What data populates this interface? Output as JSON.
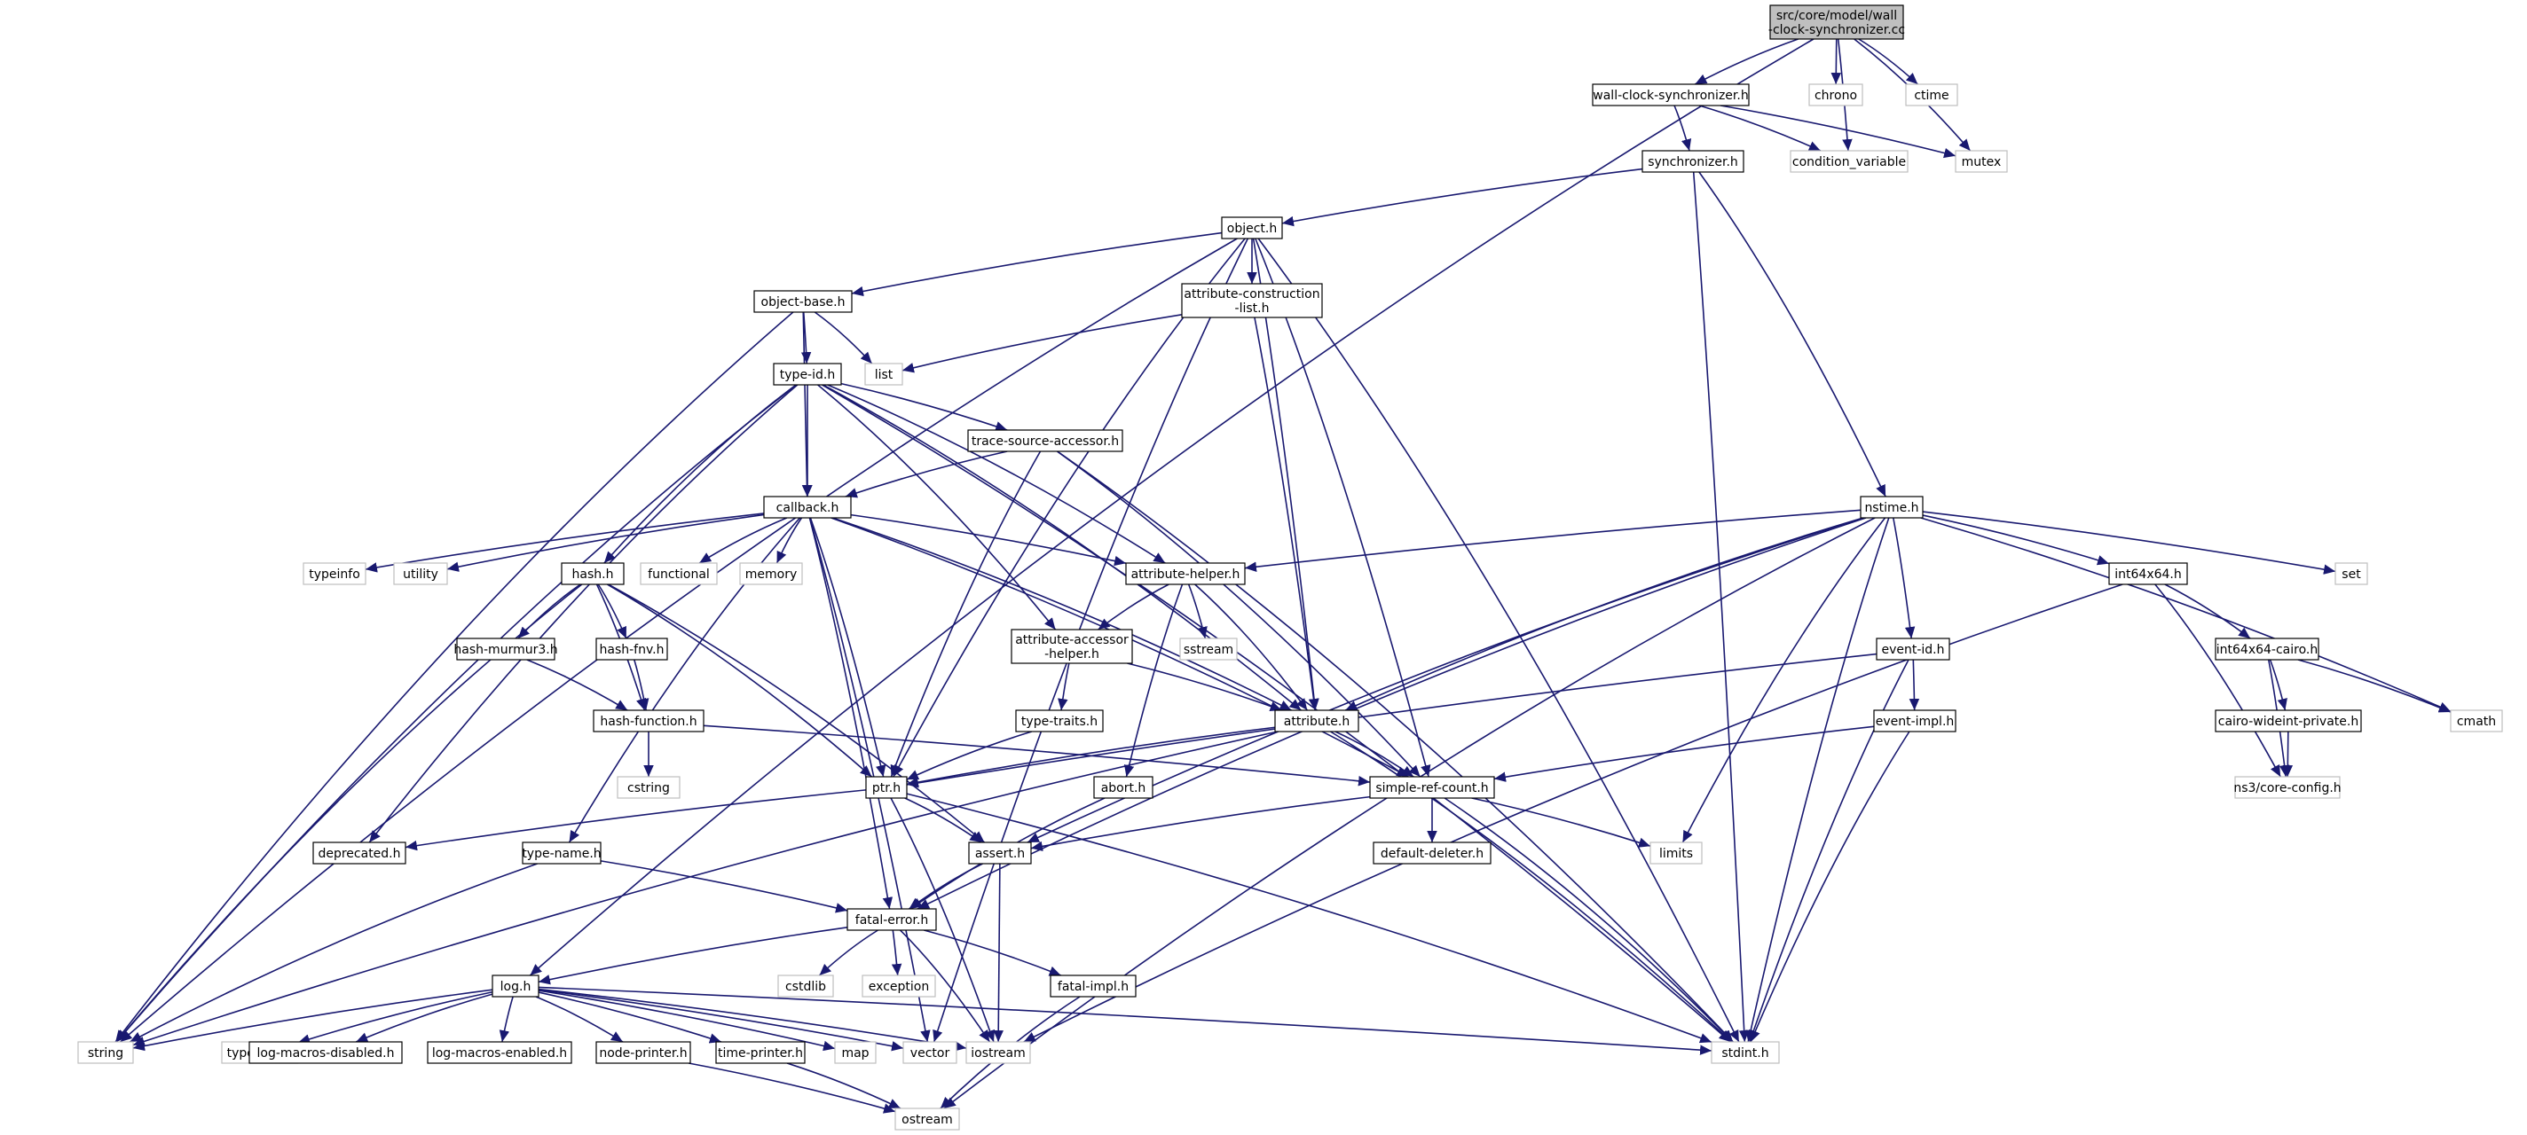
{
  "colors": {
    "edge": "#191970",
    "node_border": "#000000",
    "system_node_border": "#bfbfbf",
    "root_fill": "#bfbfbf",
    "node_fill": "#ffffff"
  },
  "nodes": [
    {
      "id": "root",
      "lines": [
        "src/core/model/wall",
        "-clock-synchronizer.cc"
      ],
      "kind": "root"
    },
    {
      "id": "wcs_h",
      "lines": [
        "wall-clock-synchronizer.h"
      ],
      "kind": "file"
    },
    {
      "id": "chrono",
      "lines": [
        "chrono"
      ],
      "kind": "system"
    },
    {
      "id": "ctime",
      "lines": [
        "ctime"
      ],
      "kind": "system"
    },
    {
      "id": "condvar",
      "lines": [
        "condition_variable"
      ],
      "kind": "system"
    },
    {
      "id": "mutex",
      "lines": [
        "mutex"
      ],
      "kind": "system"
    },
    {
      "id": "synchronizer",
      "lines": [
        "synchronizer.h"
      ],
      "kind": "file"
    },
    {
      "id": "object",
      "lines": [
        "object.h"
      ],
      "kind": "file"
    },
    {
      "id": "object_base",
      "lines": [
        "object-base.h"
      ],
      "kind": "file"
    },
    {
      "id": "attr_constr",
      "lines": [
        "attribute-construction",
        "-list.h"
      ],
      "kind": "file"
    },
    {
      "id": "list",
      "lines": [
        "list"
      ],
      "kind": "system"
    },
    {
      "id": "type_id",
      "lines": [
        "type-id.h"
      ],
      "kind": "file"
    },
    {
      "id": "trace_src",
      "lines": [
        "trace-source-accessor.h"
      ],
      "kind": "file"
    },
    {
      "id": "callback",
      "lines": [
        "callback.h"
      ],
      "kind": "file"
    },
    {
      "id": "nstime",
      "lines": [
        "nstime.h"
      ],
      "kind": "file"
    },
    {
      "id": "typeinfo",
      "lines": [
        "typeinfo"
      ],
      "kind": "system"
    },
    {
      "id": "utility",
      "lines": [
        "utility"
      ],
      "kind": "system"
    },
    {
      "id": "hash",
      "lines": [
        "hash.h"
      ],
      "kind": "file"
    },
    {
      "id": "functional",
      "lines": [
        "functional"
      ],
      "kind": "system"
    },
    {
      "id": "memory",
      "lines": [
        "memory"
      ],
      "kind": "system"
    },
    {
      "id": "attr_helper",
      "lines": [
        "attribute-helper.h"
      ],
      "kind": "file"
    },
    {
      "id": "int64x64",
      "lines": [
        "int64x64.h"
      ],
      "kind": "file"
    },
    {
      "id": "set",
      "lines": [
        "set"
      ],
      "kind": "system"
    },
    {
      "id": "sstream",
      "lines": [
        "sstream"
      ],
      "kind": "system"
    },
    {
      "id": "hash_murmur3",
      "lines": [
        "hash-murmur3.h"
      ],
      "kind": "file"
    },
    {
      "id": "hash_fnv",
      "lines": [
        "hash-fnv.h"
      ],
      "kind": "file"
    },
    {
      "id": "attr_accessor",
      "lines": [
        "attribute-accessor",
        "-helper.h"
      ],
      "kind": "file"
    },
    {
      "id": "event_id",
      "lines": [
        "event-id.h"
      ],
      "kind": "file"
    },
    {
      "id": "int64_cairo",
      "lines": [
        "int64x64-cairo.h"
      ],
      "kind": "file"
    },
    {
      "id": "hash_function",
      "lines": [
        "hash-function.h"
      ],
      "kind": "file"
    },
    {
      "id": "type_traits_h",
      "lines": [
        "type-traits.h"
      ],
      "kind": "file"
    },
    {
      "id": "attribute",
      "lines": [
        "attribute.h"
      ],
      "kind": "file"
    },
    {
      "id": "event_impl",
      "lines": [
        "event-impl.h"
      ],
      "kind": "file"
    },
    {
      "id": "cairo_wide",
      "lines": [
        "cairo-wideint-private.h"
      ],
      "kind": "file"
    },
    {
      "id": "cmath",
      "lines": [
        "cmath"
      ],
      "kind": "system"
    },
    {
      "id": "cstring",
      "lines": [
        "cstring"
      ],
      "kind": "system"
    },
    {
      "id": "ptr",
      "lines": [
        "ptr.h"
      ],
      "kind": "file"
    },
    {
      "id": "abort",
      "lines": [
        "abort.h"
      ],
      "kind": "file"
    },
    {
      "id": "simple_ref",
      "lines": [
        "simple-ref-count.h"
      ],
      "kind": "file"
    },
    {
      "id": "ns3_core_config",
      "lines": [
        "ns3/core-config.h"
      ],
      "kind": "system"
    },
    {
      "id": "deprecated",
      "lines": [
        "deprecated.h"
      ],
      "kind": "file"
    },
    {
      "id": "type_name",
      "lines": [
        "type-name.h"
      ],
      "kind": "file"
    },
    {
      "id": "assert",
      "lines": [
        "assert.h"
      ],
      "kind": "file"
    },
    {
      "id": "default_deleter",
      "lines": [
        "default-deleter.h"
      ],
      "kind": "file"
    },
    {
      "id": "limits",
      "lines": [
        "limits"
      ],
      "kind": "system"
    },
    {
      "id": "fatal_error",
      "lines": [
        "fatal-error.h"
      ],
      "kind": "file"
    },
    {
      "id": "cstdlib",
      "lines": [
        "cstdlib"
      ],
      "kind": "system"
    },
    {
      "id": "exception",
      "lines": [
        "exception"
      ],
      "kind": "system"
    },
    {
      "id": "fatal_impl",
      "lines": [
        "fatal-impl.h"
      ],
      "kind": "file"
    },
    {
      "id": "log",
      "lines": [
        "log.h"
      ],
      "kind": "file"
    },
    {
      "id": "string",
      "lines": [
        "string"
      ],
      "kind": "system"
    },
    {
      "id": "type_traits",
      "lines": [
        "type_traits"
      ],
      "kind": "system"
    },
    {
      "id": "log_macros_dis",
      "lines": [
        "log-macros-disabled.h"
      ],
      "kind": "file"
    },
    {
      "id": "log_macros_en",
      "lines": [
        "log-macros-enabled.h"
      ],
      "kind": "file"
    },
    {
      "id": "node_printer",
      "lines": [
        "node-printer.h"
      ],
      "kind": "file"
    },
    {
      "id": "time_printer",
      "lines": [
        "time-printer.h"
      ],
      "kind": "file"
    },
    {
      "id": "map",
      "lines": [
        "map"
      ],
      "kind": "system"
    },
    {
      "id": "vector",
      "lines": [
        "vector"
      ],
      "kind": "system"
    },
    {
      "id": "iostream",
      "lines": [
        "iostream"
      ],
      "kind": "system"
    },
    {
      "id": "stdint",
      "lines": [
        "stdint.h"
      ],
      "kind": "system"
    },
    {
      "id": "ostream",
      "lines": [
        "ostream"
      ],
      "kind": "system"
    }
  ],
  "edges": [
    [
      "root",
      "wcs_h"
    ],
    [
      "root",
      "chrono"
    ],
    [
      "root",
      "ctime"
    ],
    [
      "root",
      "condvar"
    ],
    [
      "root",
      "mutex"
    ],
    [
      "root",
      "log"
    ],
    [
      "wcs_h",
      "synchronizer"
    ],
    [
      "wcs_h",
      "condvar"
    ],
    [
      "wcs_h",
      "mutex"
    ],
    [
      "synchronizer",
      "object"
    ],
    [
      "synchronizer",
      "nstime"
    ],
    [
      "synchronizer",
      "stdint"
    ],
    [
      "object",
      "object_base"
    ],
    [
      "object",
      "attr_constr"
    ],
    [
      "object",
      "ptr"
    ],
    [
      "object",
      "attribute"
    ],
    [
      "object",
      "simple_ref"
    ],
    [
      "object",
      "string"
    ],
    [
      "object",
      "vector"
    ],
    [
      "object",
      "stdint"
    ],
    [
      "object_base",
      "type_id"
    ],
    [
      "object_base",
      "callback"
    ],
    [
      "object_base",
      "list"
    ],
    [
      "object_base",
      "string"
    ],
    [
      "attr_constr",
      "list"
    ],
    [
      "attr_constr",
      "attribute"
    ],
    [
      "type_id",
      "trace_src"
    ],
    [
      "type_id",
      "callback"
    ],
    [
      "type_id",
      "hash"
    ],
    [
      "type_id",
      "attr_helper"
    ],
    [
      "type_id",
      "attr_accessor"
    ],
    [
      "type_id",
      "attribute"
    ],
    [
      "type_id",
      "string"
    ],
    [
      "type_id",
      "deprecated"
    ],
    [
      "type_id",
      "stdint"
    ],
    [
      "trace_src",
      "callback"
    ],
    [
      "trace_src",
      "ptr"
    ],
    [
      "trace_src",
      "simple_ref"
    ],
    [
      "trace_src",
      "stdint"
    ],
    [
      "callback",
      "typeinfo"
    ],
    [
      "callback",
      "utility"
    ],
    [
      "callback",
      "functional"
    ],
    [
      "callback",
      "memory"
    ],
    [
      "callback",
      "attr_helper"
    ],
    [
      "callback",
      "attribute"
    ],
    [
      "callback",
      "ptr"
    ],
    [
      "callback",
      "simple_ref"
    ],
    [
      "callback",
      "type_name"
    ],
    [
      "callback",
      "fatal_error"
    ],
    [
      "callback",
      "vector"
    ],
    [
      "nstime",
      "attr_helper"
    ],
    [
      "nstime",
      "int64x64"
    ],
    [
      "nstime",
      "set"
    ],
    [
      "nstime",
      "event_id"
    ],
    [
      "nstime",
      "attribute"
    ],
    [
      "nstime",
      "assert"
    ],
    [
      "nstime",
      "limits"
    ],
    [
      "nstime",
      "cmath"
    ],
    [
      "nstime",
      "ostream"
    ],
    [
      "nstime",
      "stdint"
    ],
    [
      "nstime",
      "fatal_error"
    ],
    [
      "hash",
      "hash_murmur3"
    ],
    [
      "hash",
      "hash_fnv"
    ],
    [
      "hash",
      "hash_function"
    ],
    [
      "hash",
      "assert"
    ],
    [
      "hash",
      "ptr"
    ],
    [
      "hash",
      "string"
    ],
    [
      "hash_murmur3",
      "hash_function"
    ],
    [
      "hash_fnv",
      "hash_function"
    ],
    [
      "hash_function",
      "cstring"
    ],
    [
      "hash_function",
      "simple_ref"
    ],
    [
      "attr_helper",
      "sstream"
    ],
    [
      "attr_helper",
      "attr_accessor"
    ],
    [
      "attr_helper",
      "abort"
    ],
    [
      "attr_helper",
      "attribute"
    ],
    [
      "attr_accessor",
      "type_traits_h"
    ],
    [
      "attr_accessor",
      "attribute"
    ],
    [
      "type_traits_h",
      "ptr"
    ],
    [
      "attribute",
      "ptr"
    ],
    [
      "attribute",
      "simple_ref"
    ],
    [
      "attribute",
      "string"
    ],
    [
      "attribute",
      "stdint"
    ],
    [
      "int64x64",
      "int64_cairo"
    ],
    [
      "int64x64",
      "ns3_core_config"
    ],
    [
      "int64x64",
      "iostream"
    ],
    [
      "int64_cairo",
      "cairo_wide"
    ],
    [
      "int64_cairo",
      "cmath"
    ],
    [
      "int64_cairo",
      "ns3_core_config"
    ],
    [
      "cairo_wide",
      "ns3_core_config"
    ],
    [
      "event_id",
      "ptr"
    ],
    [
      "event_id",
      "event_impl"
    ],
    [
      "event_id",
      "stdint"
    ],
    [
      "event_impl",
      "simple_ref"
    ],
    [
      "event_impl",
      "stdint"
    ],
    [
      "ptr",
      "deprecated"
    ],
    [
      "ptr",
      "assert"
    ],
    [
      "ptr",
      "iostream"
    ],
    [
      "ptr",
      "stdint"
    ],
    [
      "abort",
      "fatal_error"
    ],
    [
      "simple_ref",
      "default_deleter"
    ],
    [
      "simple_ref",
      "assert"
    ],
    [
      "simple_ref",
      "limits"
    ],
    [
      "simple_ref",
      "stdint"
    ],
    [
      "type_name",
      "fatal_error"
    ],
    [
      "type_name",
      "string"
    ],
    [
      "assert",
      "fatal_error"
    ],
    [
      "assert",
      "iostream"
    ],
    [
      "fatal_error",
      "log"
    ],
    [
      "fatal_error",
      "cstdlib"
    ],
    [
      "fatal_error",
      "exception"
    ],
    [
      "fatal_error",
      "fatal_impl"
    ],
    [
      "fatal_error",
      "iostream"
    ],
    [
      "fatal_impl",
      "ostream"
    ],
    [
      "log",
      "string"
    ],
    [
      "log",
      "type_traits"
    ],
    [
      "log",
      "log_macros_dis"
    ],
    [
      "log",
      "log_macros_en"
    ],
    [
      "log",
      "node_printer"
    ],
    [
      "log",
      "time_printer"
    ],
    [
      "log",
      "map"
    ],
    [
      "log",
      "vector"
    ],
    [
      "log",
      "iostream"
    ],
    [
      "log",
      "stdint"
    ],
    [
      "node_printer",
      "ostream"
    ],
    [
      "time_printer",
      "ostream"
    ]
  ]
}
